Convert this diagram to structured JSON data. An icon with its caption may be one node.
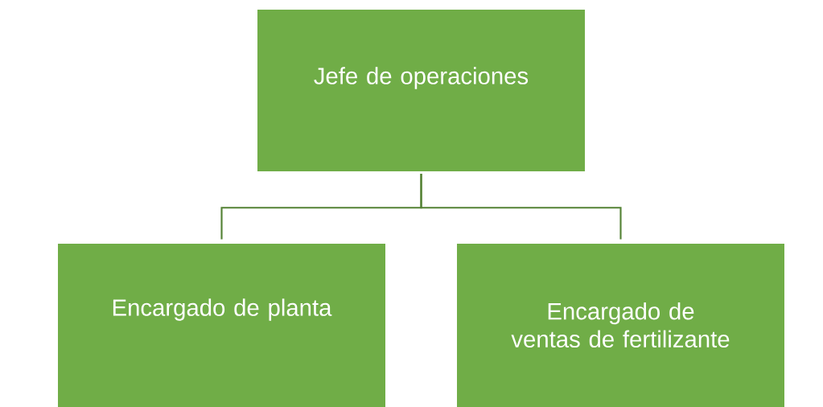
{
  "diagram": {
    "nodes": [
      {
        "text": [
          "Jefe de operaciones"
        ]
      },
      {
        "text": [
          "Encargado de planta"
        ]
      },
      {
        "text": [
          "Encargado de ventas de fertilizante"
        ]
      }
    ],
    "edges": [
      {
        "from": 0,
        "to": 1,
        "arrow": "none"
      },
      {
        "from": 0,
        "to": 2,
        "arrow": "none"
      }
    ]
  }
}
